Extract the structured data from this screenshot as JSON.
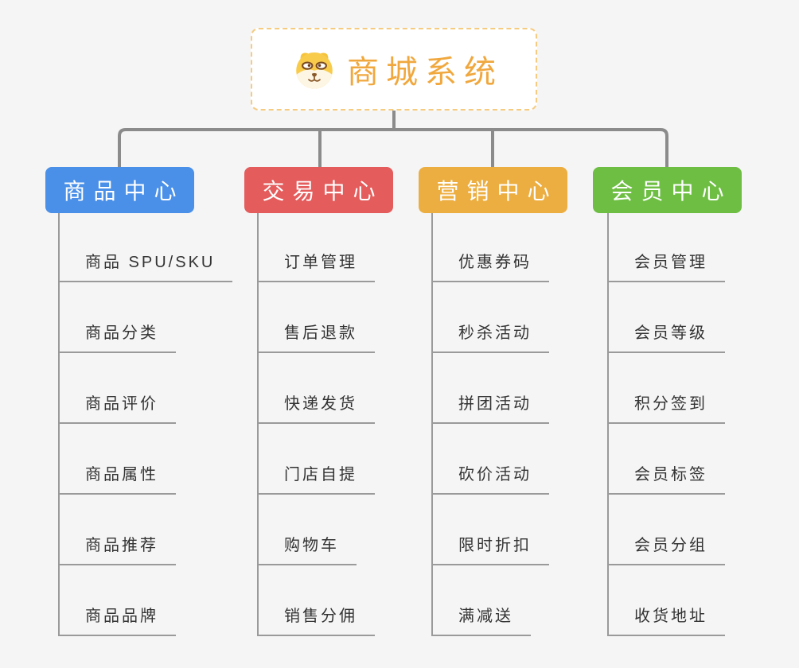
{
  "page": {
    "background_color": "#f5f5f6",
    "connector_color": "#8b8b8b",
    "leaf_line_color": "#9a9a9a"
  },
  "root": {
    "title": "商城系统",
    "icon": "shiba-dog-icon",
    "title_color": "#f0a83e",
    "border_color": "#f6cb80"
  },
  "branches": [
    {
      "label": "商品中心",
      "color": "#4a90e8",
      "items": [
        "商品 SPU/SKU",
        "商品分类",
        "商品评价",
        "商品属性",
        "商品推荐",
        "商品品牌"
      ]
    },
    {
      "label": "交易中心",
      "color": "#e45c5c",
      "items": [
        "订单管理",
        "售后退款",
        "快递发货",
        "门店自提",
        "购物车",
        "销售分佣"
      ]
    },
    {
      "label": "营销中心",
      "color": "#ecae41",
      "items": [
        "优惠券码",
        "秒杀活动",
        "拼团活动",
        "砍价活动",
        "限时折扣",
        "满减送"
      ]
    },
    {
      "label": "会员中心",
      "color": "#6ebe44",
      "items": [
        "会员管理",
        "会员等级",
        "积分签到",
        "会员标签",
        "会员分组",
        "收货地址"
      ]
    }
  ]
}
